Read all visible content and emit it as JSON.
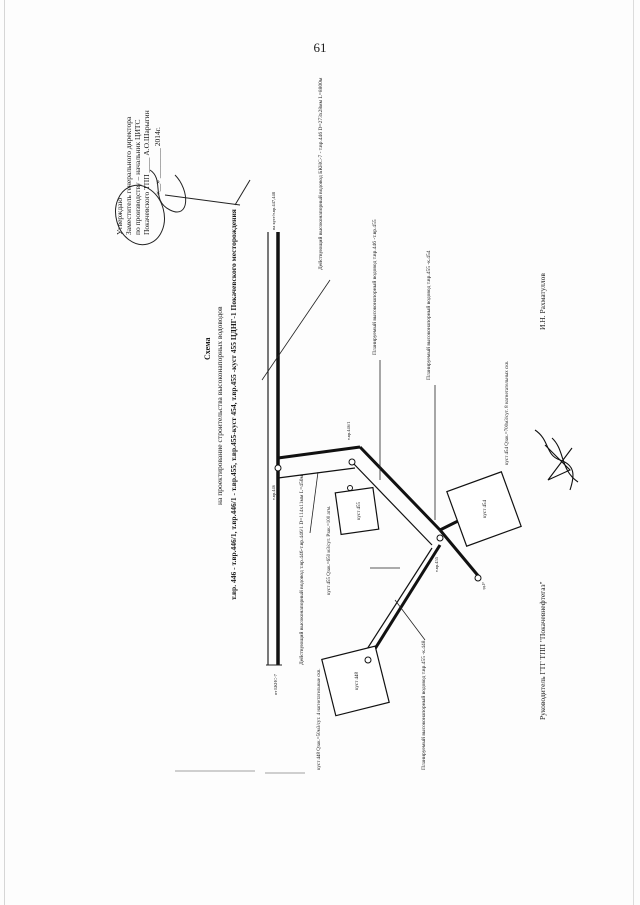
{
  "page": {
    "number": "61"
  },
  "approval": {
    "line1": "Утверждаю",
    "line2": "Заместитель генерального директора",
    "line3": "по производству – начальник ЦИТС",
    "line4": "Покачевского ТПП ____ А.О.Шарыгин",
    "line5": "«__» ________ 2014г."
  },
  "title": {
    "line1": "Схема",
    "line2": "на проектирование строительства высоконапорных водоводов",
    "line3": "т.вр. 446 - т.вр.446/1, т.вр.446/1 - т.вр.455, т.вр.455-куст 454, т.вр.455 -куст 455 ЦДНГ-1 Покачевского месторождения"
  },
  "labels": {
    "pipe_main": "Действующий высоконапорный водовод БКНС-7 - т.вр.446 D=273х28мм L=8800м",
    "pipe_existing_bottom": "Действующий высоконапорный водовод т.вр.446-т.вр.446/1 D=114х11мм L=450м",
    "pipe_planned_455": "Планируемый высоконапорный водовод т.вр.446 -т.вр.455",
    "pipe_planned_454": "Планируемый высоконапорный водовод т.вр.455 -к.454",
    "pipe_planned_448": "Планируемый высоконапорный водовод т.вр.455 -к.448",
    "cluster_455_info": "куст 455 Qзак.=650 м3/сут. Рзак.=100 атм.",
    "cluster_448_info": "куст 448 Qзак.=50м3/сут. 4 нагнетательные скв.",
    "cluster_454_info": "куст 454 Qзак.=700м3/сут. 8 нагнетательных скв.",
    "box_455": "куст 455",
    "box_448": "куст 448",
    "box_454": "куст 454",
    "node_446": "т.вр.446",
    "node_4461": "т.вр.446/1",
    "node_455": "т.вр.455",
    "bkns": "от БКНС-7",
    "end_label": "на куст/т.вр.447,448",
    "pt_ab": "т.вр.446",
    "pt_vr": "т.вр",
    "zd": "зд.Р"
  },
  "signatures": {
    "head": "Руководитель ГТГ ТПП \"Покачевнефтегаз\"",
    "engineer": "И.Н. Рахматуллов"
  }
}
